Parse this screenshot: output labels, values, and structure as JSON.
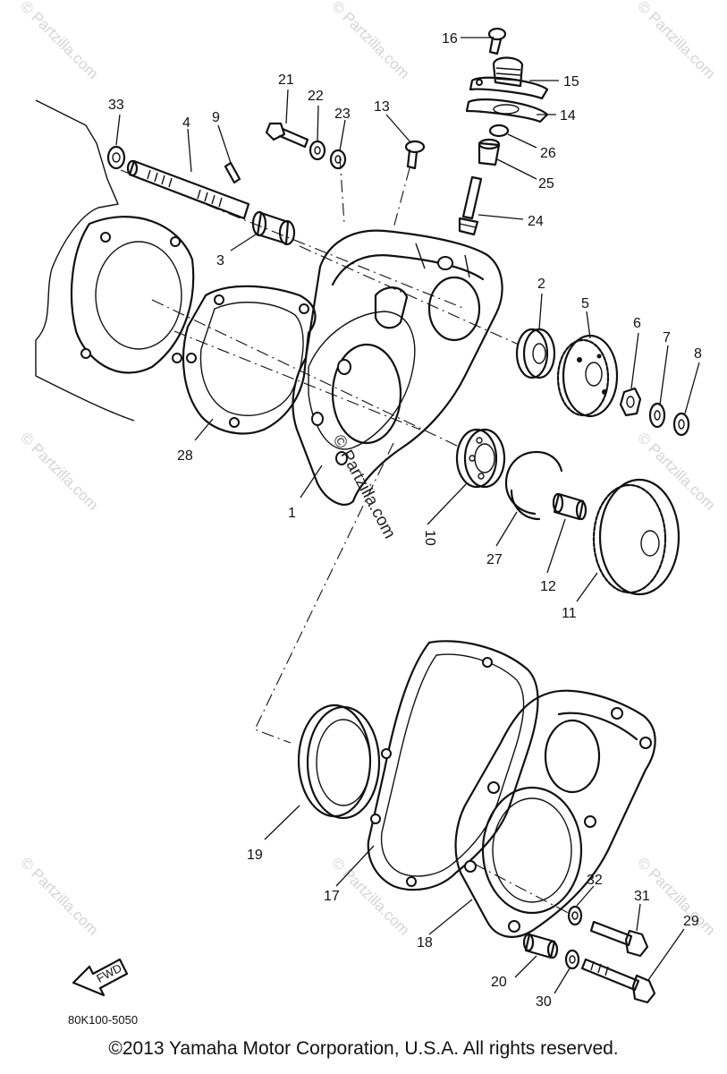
{
  "callouts": [
    "1",
    "2",
    "3",
    "4",
    "5",
    "6",
    "7",
    "8",
    "9",
    "10",
    "11",
    "12",
    "13",
    "14",
    "15",
    "16",
    "17",
    "18",
    "19",
    "20",
    "21",
    "22",
    "23",
    "24",
    "25",
    "26",
    "27",
    "28",
    "29",
    "30",
    "31",
    "32",
    "33"
  ],
  "watermark": "© Partzilla.com",
  "center_watermark": "© Partzilla.com",
  "fwd_label": "FWD",
  "diagram_code": "80K100-5050",
  "copyright": "©2013  Yamaha Motor Corporation, U.S.A. All rights reserved."
}
